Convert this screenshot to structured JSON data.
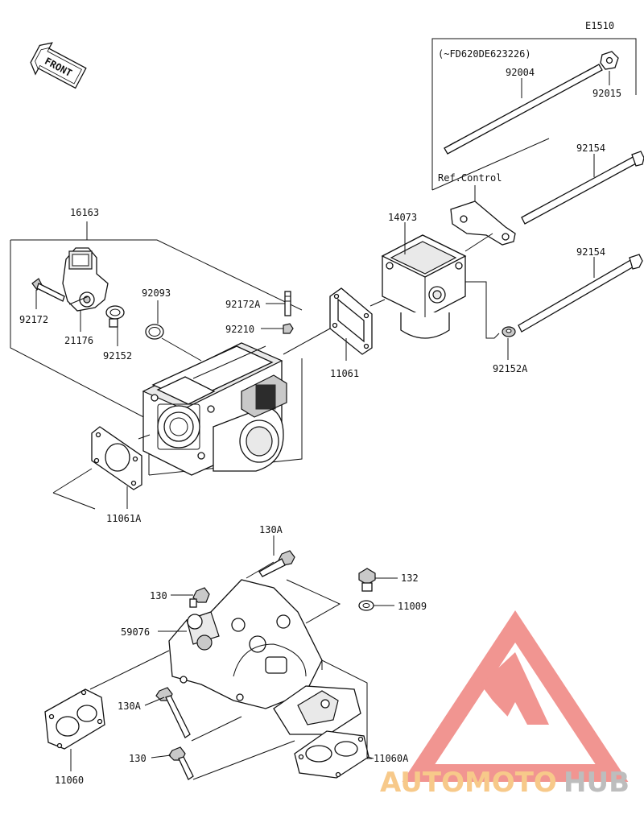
{
  "diagram_code": "E1510",
  "front_label": "FRONT",
  "serial_note": "(~FD620DE623226)",
  "ref_label": "Ref.Control",
  "parts": {
    "p92004": "92004",
    "p92015": "92015",
    "p92154a": "92154",
    "p92154b": "92154",
    "p14073": "14073",
    "p16163": "16163",
    "p92093": "92093",
    "p92172A": "92172A",
    "p92210": "92210",
    "p92172": "92172",
    "p21176": "21176",
    "p92152": "92152",
    "p11061": "11061",
    "p92152A": "92152A",
    "p11061A": "11061A",
    "p130A_top": "130A",
    "p132": "132",
    "p130_top": "130",
    "p11009": "11009",
    "p59076": "59076",
    "p130A_left": "130A",
    "p130_bottom": "130",
    "p11060": "11060",
    "p11060A": "11060A"
  },
  "watermark": {
    "part1": "AUTOMOTO",
    "part2": "HUB",
    "color_light": "#f7c98a",
    "color_dark": "#bdbdbd",
    "logo_color": "#f08a86"
  }
}
